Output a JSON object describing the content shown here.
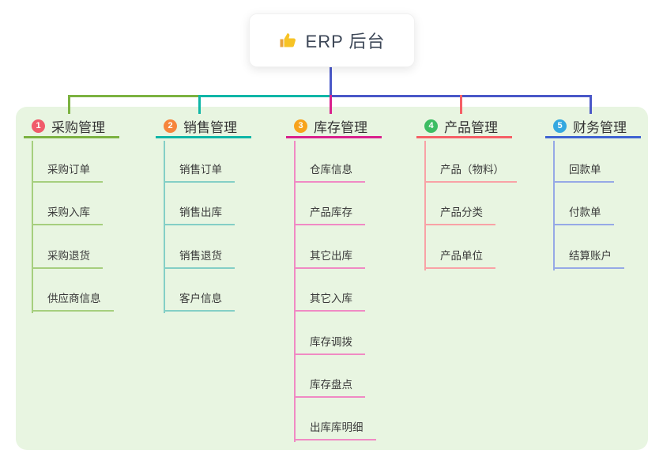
{
  "root": {
    "icon": "thumbs-up",
    "label": "ERP 后台"
  },
  "branches": [
    {
      "number": "1",
      "label": "采购管理",
      "items": [
        "采购订单",
        "采购入库",
        "采购退货",
        "供应商信息"
      ]
    },
    {
      "number": "2",
      "label": "销售管理",
      "items": [
        "销售订单",
        "销售出库",
        "销售退货",
        "客户信息"
      ]
    },
    {
      "number": "3",
      "label": "库存管理",
      "items": [
        "仓库信息",
        "产品库存",
        "其它出库",
        "其它入库",
        "库存调拨",
        "库存盘点",
        "出库库明细"
      ]
    },
    {
      "number": "4",
      "label": "产品管理",
      "items": [
        "产品（物料）",
        "产品分类",
        "产品单位"
      ]
    },
    {
      "number": "5",
      "label": "财务管理",
      "items": [
        "回款单",
        "付款单",
        "结算账户"
      ]
    }
  ],
  "colors": {
    "panel_bg": "#e8f5e1",
    "root_connector": "#4a58c8",
    "branch_accents": [
      "#7cb241",
      "#0fb6a7",
      "#d9218d",
      "#f55f66",
      "#3f63d2"
    ],
    "branch_light_lines": [
      "#a6cf7e",
      "#84cfc6",
      "#f08ac4",
      "#f9a2a6",
      "#96a9e6"
    ],
    "badge_colors": [
      "#f05b6a",
      "#f6853c",
      "#f7a31c",
      "#3dbd63",
      "#34a8e0"
    ],
    "text": "#333333"
  }
}
